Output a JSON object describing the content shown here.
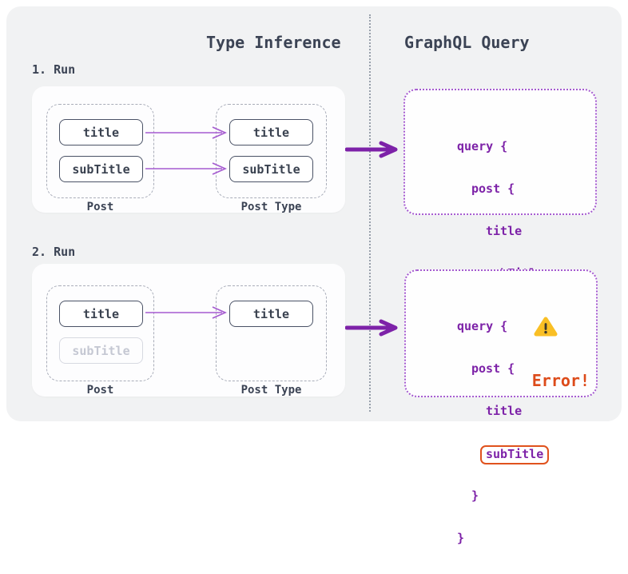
{
  "diagram": {
    "left_header": "Type Inference",
    "right_header": "GraphQL Query"
  },
  "run1": {
    "label": "1. Run",
    "post_group": {
      "caption": "Post",
      "field1": "title",
      "field2": "subTitle"
    },
    "type_group": {
      "caption": "Post Type",
      "field1": "title",
      "field2": "subTitle"
    },
    "code": {
      "l1": "query {",
      "l2": "post {",
      "l3": "title",
      "l4": "subTitle",
      "l5": "}",
      "l6": "}"
    }
  },
  "run2": {
    "label": "2. Run",
    "post_group": {
      "caption": "Post",
      "field1": "title",
      "field2": "subTitle"
    },
    "type_group": {
      "caption": "Post Type",
      "field1": "title"
    },
    "code": {
      "l1": "query {",
      "l2": "post {",
      "l3": "title",
      "l4": "subTitle",
      "l5": "}",
      "l6": "}",
      "error": "Error!"
    }
  },
  "colors": {
    "accent_purple": "#7d22a8",
    "light_purple": "#a55bd0",
    "code_purple": "#7d22a8",
    "warning_yellow": "#f9bf25",
    "error_orange": "#dd4b1a",
    "highlight_border_orange": "#e0521d",
    "text_dark": "#3b4354",
    "page_background": "#f1f2f3"
  }
}
